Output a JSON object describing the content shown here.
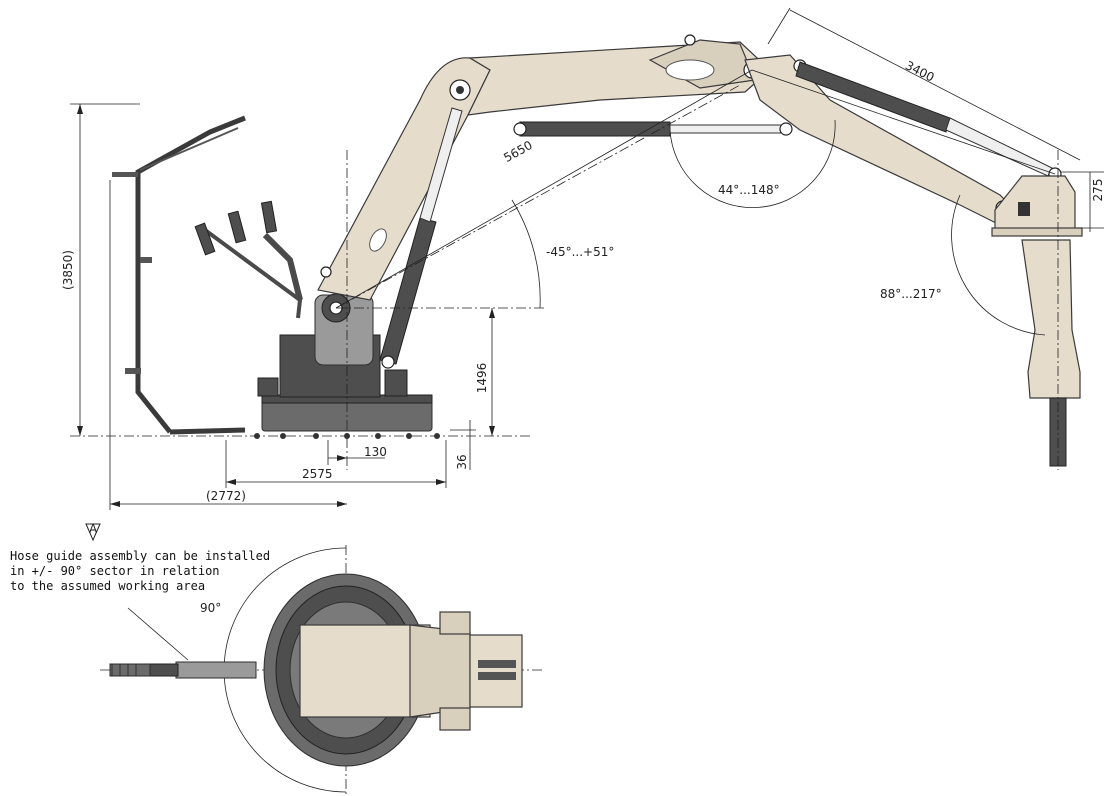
{
  "dimensions": {
    "arm_length": "5650",
    "boom_cylinder_length": "3400",
    "height_total": "(3850)",
    "pivot_height": "1496",
    "tool_offset": "275",
    "base_offset": "130",
    "base_thickness": "36",
    "base_width": "2575",
    "reach_rear": "(2772)"
  },
  "angles": {
    "boom_range": "-45°...+51°",
    "arm_range": "44°...148°",
    "tool_range": "88°...217°",
    "hose_sector": "90°"
  },
  "note": {
    "marker": "A",
    "lines": [
      "Hose guide assembly can be installed",
      "in +/- 90° sector in relation",
      "to the assumed working area"
    ]
  }
}
